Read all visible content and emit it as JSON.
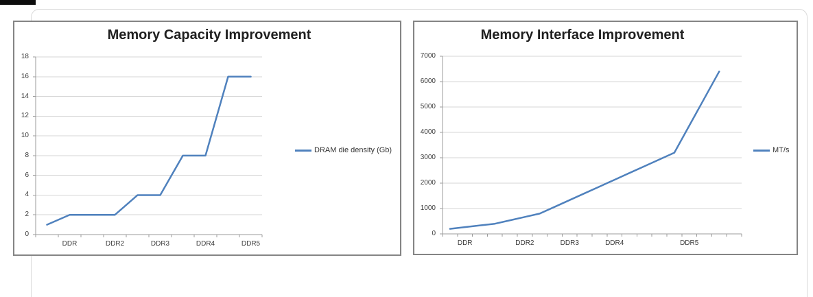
{
  "page": {
    "background_color": "#ffffff"
  },
  "colors": {
    "line": "#4f81bd",
    "gridline": "#d6d6d6",
    "axis": "#9b9b9b",
    "tick": "#9b9b9b",
    "title_text": "#1f1f1f",
    "tick_label_text": "#3b3b3b",
    "legend_text": "#333333",
    "chart_frame": "#848484",
    "card_border": "#dadada",
    "top_bar": "#0d0d0d"
  },
  "chart_data": [
    {
      "type": "line",
      "title": "Memory Capacity Improvement",
      "series": [
        {
          "name": "DRAM die density (Gb)",
          "values": [
            1,
            2,
            2,
            2,
            4,
            4,
            8,
            8,
            16,
            16
          ]
        }
      ],
      "n_categories": 10,
      "x_labels": [
        {
          "text": "DDR",
          "category": 2
        },
        {
          "text": "DDR2",
          "category": 4
        },
        {
          "text": "DDR3",
          "category": 6
        },
        {
          "text": "DDR4",
          "category": 8
        },
        {
          "text": "DDR5",
          "category": 10
        }
      ],
      "y_ticks": [
        0,
        2,
        4,
        6,
        8,
        10,
        12,
        14,
        16,
        18
      ],
      "ylim": [
        0,
        18
      ],
      "xlabel": "",
      "ylabel": "",
      "grid": true,
      "legend_position": "right"
    },
    {
      "type": "line",
      "title": "Memory Interface Improvement",
      "series": [
        {
          "name": "MT/s",
          "values": [
            200,
            266,
            333,
            400,
            533,
            667,
            800,
            1066,
            1333,
            1600,
            1866,
            2133,
            2400,
            2666,
            2933,
            3200,
            4266,
            5333,
            6400
          ]
        }
      ],
      "n_categories": 20,
      "x_labels": [
        {
          "text": "DDR",
          "category": 2
        },
        {
          "text": "DDR2",
          "category": 6
        },
        {
          "text": "DDR3",
          "category": 9
        },
        {
          "text": "DDR4",
          "category": 12
        },
        {
          "text": "DDR5",
          "category": 17
        }
      ],
      "y_ticks": [
        0,
        1000,
        2000,
        3000,
        4000,
        5000,
        6000,
        7000
      ],
      "ylim": [
        0,
        7000
      ],
      "xlabel": "",
      "ylabel": "",
      "grid": true,
      "legend_position": "right"
    }
  ]
}
